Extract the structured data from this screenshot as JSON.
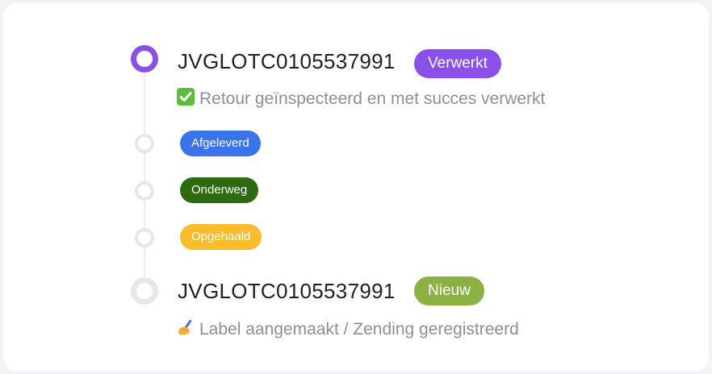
{
  "timeline": {
    "entries": [
      {
        "tracking_code": "JVGLOTC0105537991",
        "status_label": "Verwerkt",
        "status_color": "#8b4fea",
        "description": "Retour geïnspecteerd en met succes verwerkt",
        "description_icon": "check-mark-emoji-icon"
      },
      {
        "status_label": "Afgeleverd",
        "status_color": "#3b73ea"
      },
      {
        "status_label": "Onderweg",
        "status_color": "#2e6a12"
      },
      {
        "status_label": "Opgehaald",
        "status_color": "#fbbc2c"
      },
      {
        "tracking_code": "JVGLOTC0105537991",
        "status_label": "Nieuw",
        "status_color": "#8bb043",
        "description": "Label aangemaakt / Zending geregistreerd",
        "description_icon": "writing-hand-emoji-icon"
      }
    ]
  }
}
